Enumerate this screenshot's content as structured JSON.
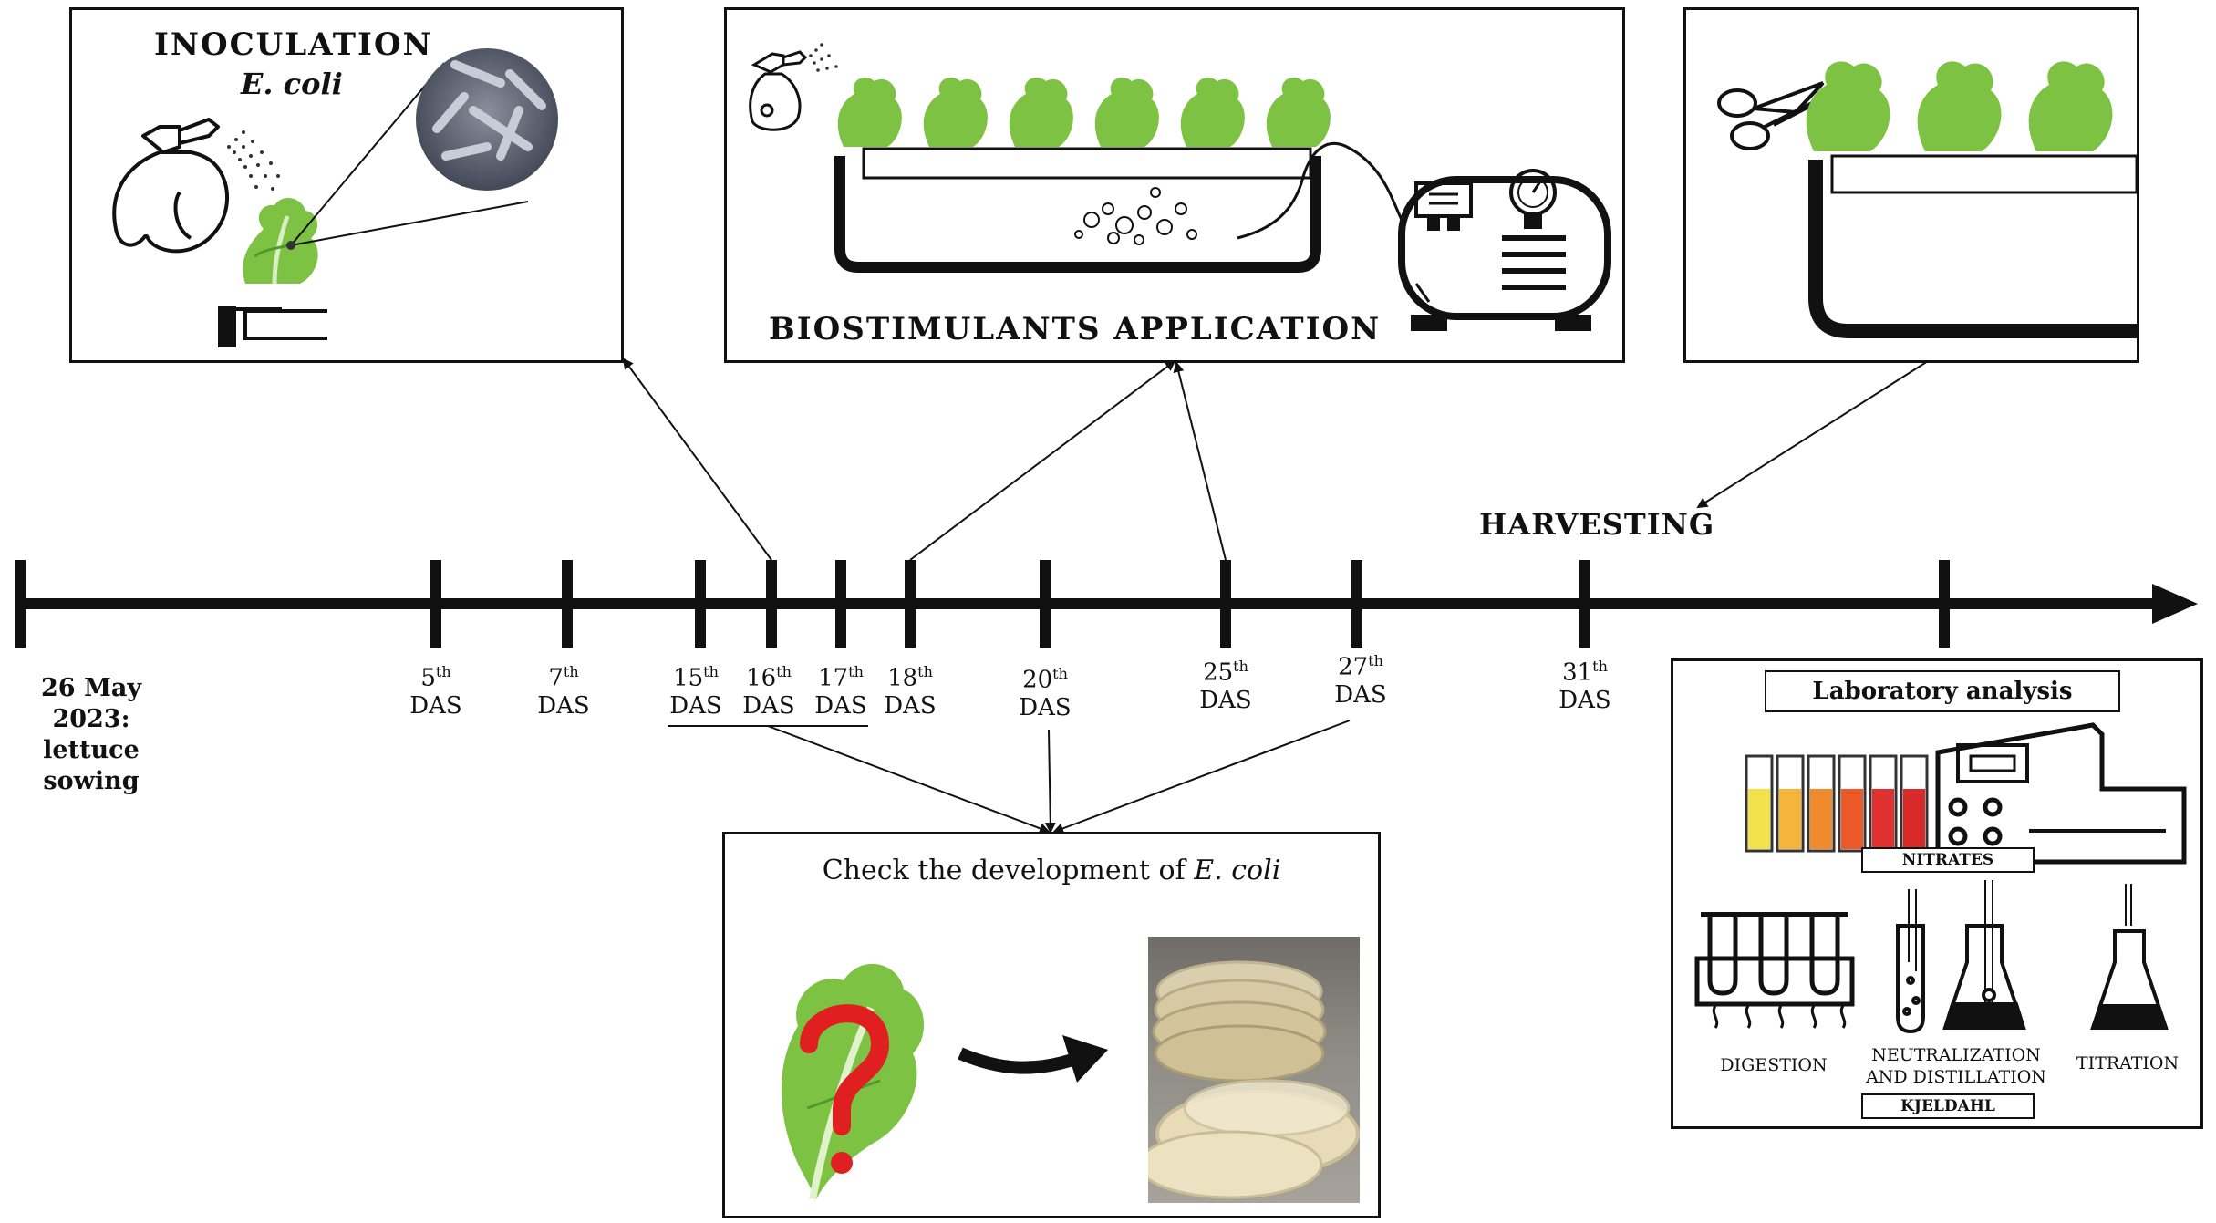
{
  "panels": {
    "inoculation": {
      "title": "INOCULATION",
      "subtitle": "E. coli"
    },
    "biostimulants": {
      "title": "BIOSTIMULANTS APPLICATION"
    },
    "harvest": {
      "title": ""
    },
    "check": {
      "title_prefix": "Check the development of ",
      "title_italic": "E. coli"
    },
    "lab": {
      "title": "Laboratory analysis",
      "nitrates": "NITRATES",
      "digestion": "DIGESTION",
      "neutralization_line1": "NEUTRALIZATION",
      "neutralization_line2": "AND DISTILLATION",
      "titration": "TITRATION",
      "kjeldahl": "KJELDAHL"
    }
  },
  "timeline": {
    "start_line1": "26 May 2023:",
    "start_line2": "lettuce sowing",
    "harvesting": "HARVESTING",
    "unit": "DAS",
    "ticks": [
      {
        "num": "5",
        "sup": "th"
      },
      {
        "num": "7",
        "sup": "th"
      },
      {
        "num": "15",
        "sup": "th"
      },
      {
        "num": "16",
        "sup": "th"
      },
      {
        "num": "17",
        "sup": "th"
      },
      {
        "num": "18",
        "sup": "th"
      },
      {
        "num": "20",
        "sup": "th"
      },
      {
        "num": "25",
        "sup": "th"
      },
      {
        "num": "27",
        "sup": "th"
      },
      {
        "num": "31",
        "sup": "th"
      }
    ]
  },
  "colors": {
    "line": "#111111",
    "lettuce": "#7dc242",
    "lettuce_dark": "#4f9a2a",
    "question": "#e02020",
    "tubes": [
      "#f2e14a",
      "#f5b53a",
      "#f08a2a",
      "#ec5a2a",
      "#e03030",
      "#d92a2a"
    ]
  }
}
